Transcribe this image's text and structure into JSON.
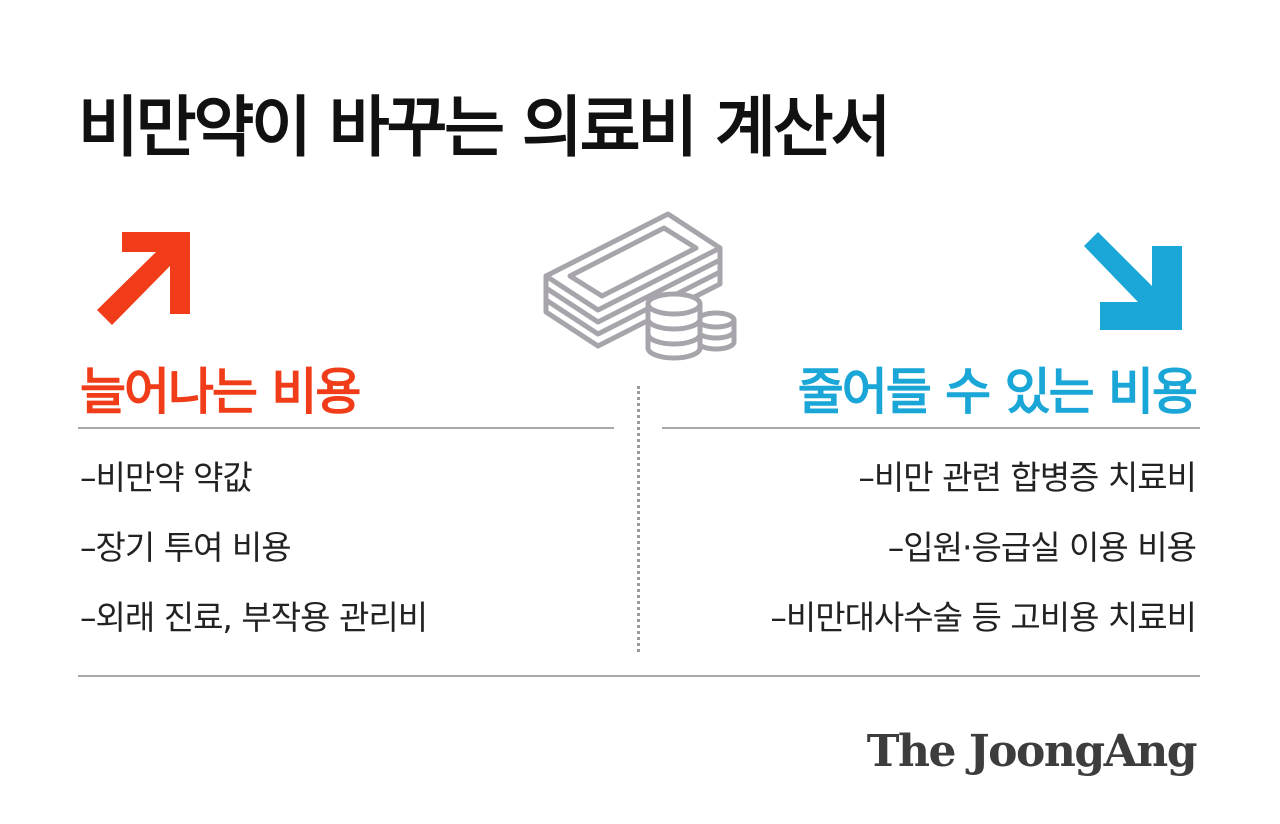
{
  "title": "비만약이 바꾸는 의료비 계산서",
  "colors": {
    "increase": "#f03c18",
    "decrease": "#1aa6d6",
    "rule": "#a8a8a8",
    "icon_stroke": "#a7a5ab"
  },
  "icons": {
    "up": "arrow-up-right-icon",
    "down": "arrow-down-right-icon",
    "center": "money-stack-coins-icon"
  },
  "increase": {
    "heading": "늘어나는 비용",
    "items": [
      "–비만약 약값",
      "–장기 투여 비용",
      "–외래 진료, 부작용 관리비"
    ]
  },
  "decrease": {
    "heading": "줄어들 수 있는 비용",
    "items": [
      "–비만 관련 합병증 치료비",
      "–입원·응급실 이용 비용",
      "–비만대사수술 등 고비용 치료비"
    ]
  },
  "logo": "The JoongAng"
}
